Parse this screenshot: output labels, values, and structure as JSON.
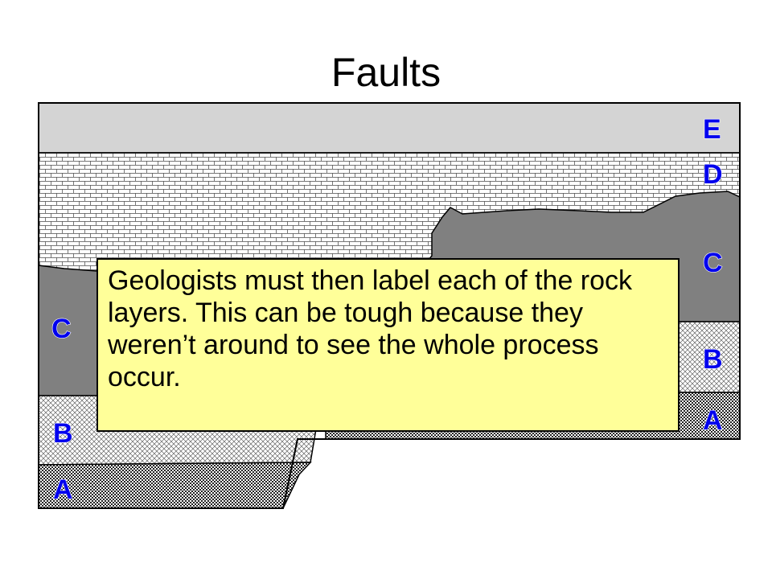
{
  "title": "Faults",
  "callout_text": "Geologists must then label each of the rock layers.  This can be tough because they weren’t around to see the whole process occur.",
  "right_block_labels": {
    "e": "E",
    "d": "D",
    "c": "C",
    "b": "B",
    "a": "A"
  },
  "left_block_labels": {
    "c": "C",
    "b": "B",
    "a": "A"
  },
  "colors": {
    "layer_e": "#d4d4d4",
    "layer_c": "#808080",
    "label": "#0000ee",
    "callout_bg": "#ffff99"
  }
}
